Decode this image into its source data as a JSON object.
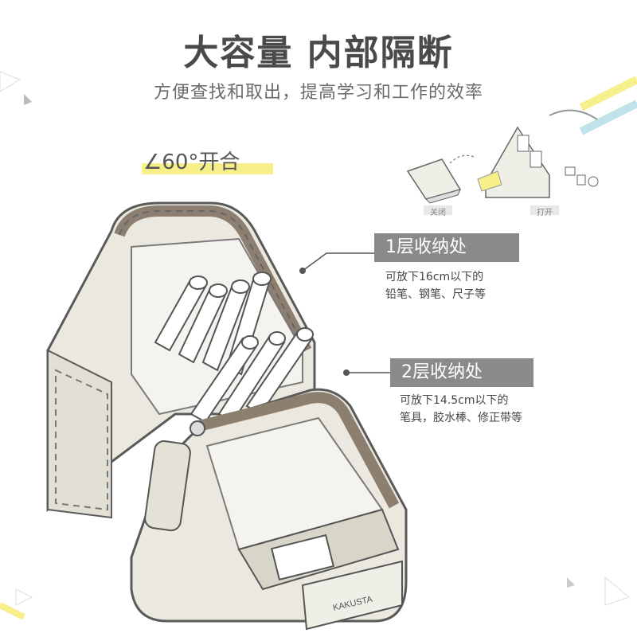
{
  "header": {
    "title": "大容量 内部隔断",
    "subtitle": "方便查找和取出，提高学习和工作的效率"
  },
  "angle_label": "∠60°开合",
  "mini_diagram": {
    "closed_caption": "关闭",
    "open_caption": "打开"
  },
  "callouts": [
    {
      "label": "1层收纳处",
      "desc_line1": "可放下16cm以下的",
      "desc_line2": "铅笔、钢笔、尺子等"
    },
    {
      "label": "2层收纳处",
      "desc_line1": "可放下14.5cm以下的",
      "desc_line2": "笔具，胶水棒、修正带等"
    }
  ],
  "brand": "KAKUSTA",
  "colors": {
    "bag_body": "#ebe9df",
    "bag_trim": "#8c7f70",
    "label_bg": "#8a8a8a",
    "accent_yellow": "#f6ef8a",
    "accent_blue": "#bfe3ea"
  }
}
